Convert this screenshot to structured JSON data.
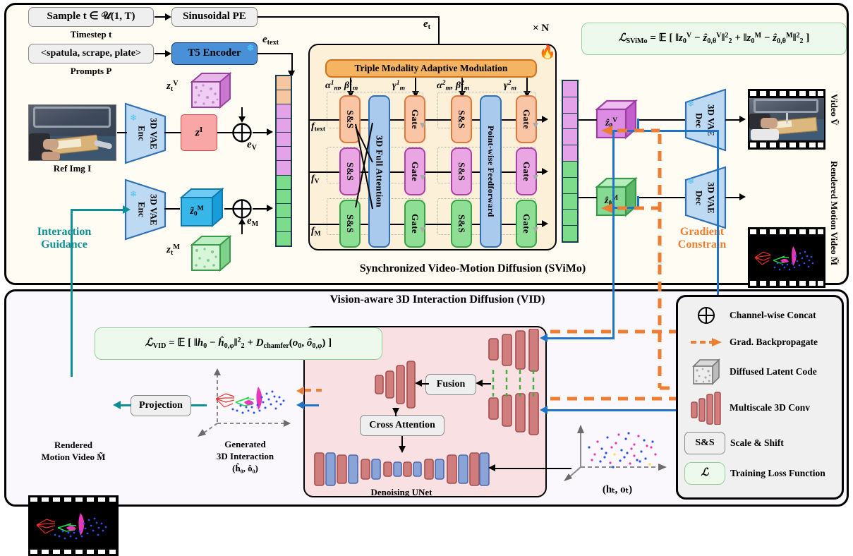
{
  "figure": {
    "panels": {
      "svimo": {
        "title": "Synchronized Video-Motion Diffusion (SViMo)"
      },
      "vid": {
        "title": "Vision-aware 3D Interaction Diffusion (VID)"
      }
    },
    "colors": {
      "teal": "#0d8f95",
      "orange": "#ed7d31",
      "blue_arrow": "#1d74c8",
      "text_modality": "#f9c5a4",
      "video_modality": "#e9a6e3",
      "motion_modality": "#8ede96",
      "attention_block": "#a9c9ed",
      "vae_block": "#bed9f2",
      "loss_box": "#eef9ee",
      "conv_red": "#c96a6a",
      "unet_blue": "#8ba4d8"
    }
  },
  "inputs": {
    "sample_box": "Sample t ∈ 𝒰(1, T)",
    "timestep_caption": "Timestep t",
    "sinusoidal_pe": "Sinusoidal PE",
    "prompt_box": "<spatula, scrape, plate>",
    "prompts_caption": "Prompts P",
    "t5_encoder": "T5 Encoder",
    "e_text_label": "e",
    "e_text_sub": "text",
    "e_t_label": "e",
    "e_t_sub": "t",
    "ref_img_caption": "Ref Img I"
  },
  "encoders": {
    "vae_enc_line1": "3D VAE",
    "vae_enc_line2": "Enc",
    "vae_dec_line1": "3D VAE",
    "vae_dec_line2": "Dec",
    "z_image": "z",
    "z_image_sup": "I",
    "z_v_t": "z",
    "z_v_t_sub": "t",
    "z_v_t_sup": "V",
    "z_m_t": "z",
    "z_m_t_sub": "t",
    "z_m_t_sup": "M",
    "z_m_0_tilde": "z̃",
    "z_m_0_tilde_sub": "0",
    "z_m_0_tilde_sup": "M",
    "e_v": "e",
    "e_v_sub": "V",
    "e_m": "e",
    "e_m_sub": "M"
  },
  "svimo_block": {
    "repeat_label": "× N",
    "modulation_header": "Triple Modality Adaptive Modulation",
    "trainable_icon": "fire-icon",
    "params": [
      {
        "alpha_beta": "α¹ₘ, β¹ₘ",
        "gamma": "γ¹ₘ"
      },
      {
        "alpha_beta": "α²ₘ, β²ₘ",
        "gamma": "γ²ₘ"
      }
    ],
    "param_labels": {
      "alpha1": "α",
      "beta1": "β",
      "gamma1": "γ",
      "sup1": "1",
      "sup2": "2",
      "sub_m": "m"
    },
    "col_blocks": {
      "ss": "S&S",
      "gate": "Gate",
      "attention": "3D Full Attention",
      "feedforward": "Point-wise Feedforward"
    },
    "rows": [
      {
        "name": "f_text",
        "label": "f",
        "sub": "text",
        "color": "#f9c5a4"
      },
      {
        "name": "f_V",
        "label": "f",
        "sub": "V",
        "color": "#e9a6e3"
      },
      {
        "name": "f_M",
        "label": "f",
        "sub": "M",
        "color": "#8ede96"
      }
    ]
  },
  "outputs": {
    "z_hat_v": "ẑ",
    "z_hat_v_sub": "0",
    "z_hat_v_sup": "V",
    "z_hat_m": "ẑ",
    "z_hat_m_sub": "0",
    "z_hat_m_sup": "M",
    "video_caption": "Video Ṽ",
    "motion_caption": "Rendered Motion Video M̃"
  },
  "annotations": {
    "interaction_guidance": "Interaction Guidance",
    "gradient_constrain": "Gradient Constrain"
  },
  "losses": {
    "svimo": "ℒSViMo = ᴇ[ ‖z₀ᵛ − ẑ₀,θᵛ‖²₂ + ‖z₀ᴹ − ẑ₀,θᴹ‖²₂ ]",
    "vid": "ℒVID = ᴇ[ ‖h₀ − ĥ₀,ϕ‖²₂ + Dchamfer(o₀, ô₀,ϕ) ]"
  },
  "vid_section": {
    "projection": "Projection",
    "fusion": "Fusion",
    "cross_attention": "Cross Attention",
    "denoising_unet": "Denoising UNet",
    "rendered_caption_l1": "Rendered",
    "rendered_caption_l2": "Motion Video M̃",
    "generated_caption_l1": "Generated",
    "generated_caption_l2": "3D Interaction",
    "generated_caption_l3": "(ĥ₀, ô₀)",
    "noisy_caption": "(hₜ, oₜ)"
  },
  "legend": {
    "items": [
      {
        "icon": "circle-plus-icon",
        "label": "Channel-wise Concat"
      },
      {
        "icon": "dashed-arrow-icon",
        "label": "Grad.  Backpropagate"
      },
      {
        "icon": "noise-cube-icon",
        "label": "Diffused Latent Code"
      },
      {
        "icon": "multiscale-conv-icon",
        "label": "Multiscale 3D Conv"
      },
      {
        "icon": "ss-box-icon",
        "label": "Scale & Shift",
        "box_text": "S&S"
      },
      {
        "icon": "loss-box-icon",
        "label": "Training Loss Function",
        "box_text": "ℒ"
      }
    ]
  }
}
